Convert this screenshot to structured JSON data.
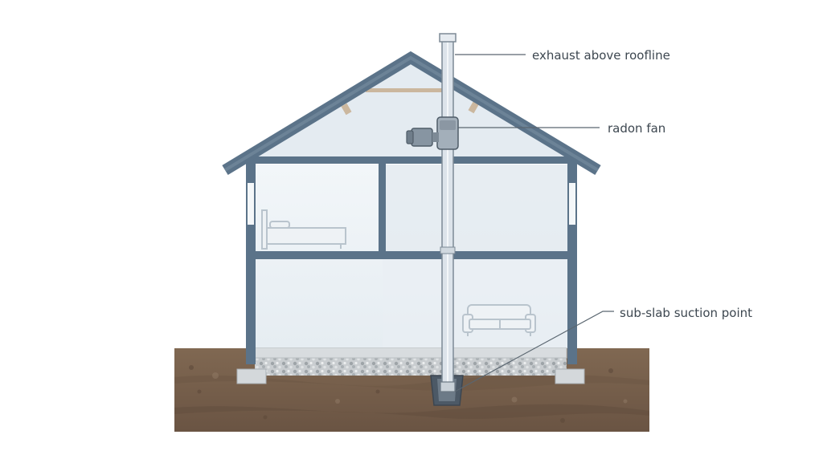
{
  "callouts": {
    "exhaust": "exhaust above roofline",
    "fan": "radon fan",
    "suction": "sub-slab suction point"
  },
  "colors": {
    "frame": "#5b7389",
    "pipe": "#dce3ea",
    "soil": "#7a6350",
    "gravel": "#b9bec2",
    "interior": "#eef3f7",
    "leader_line": "#5a6670"
  }
}
